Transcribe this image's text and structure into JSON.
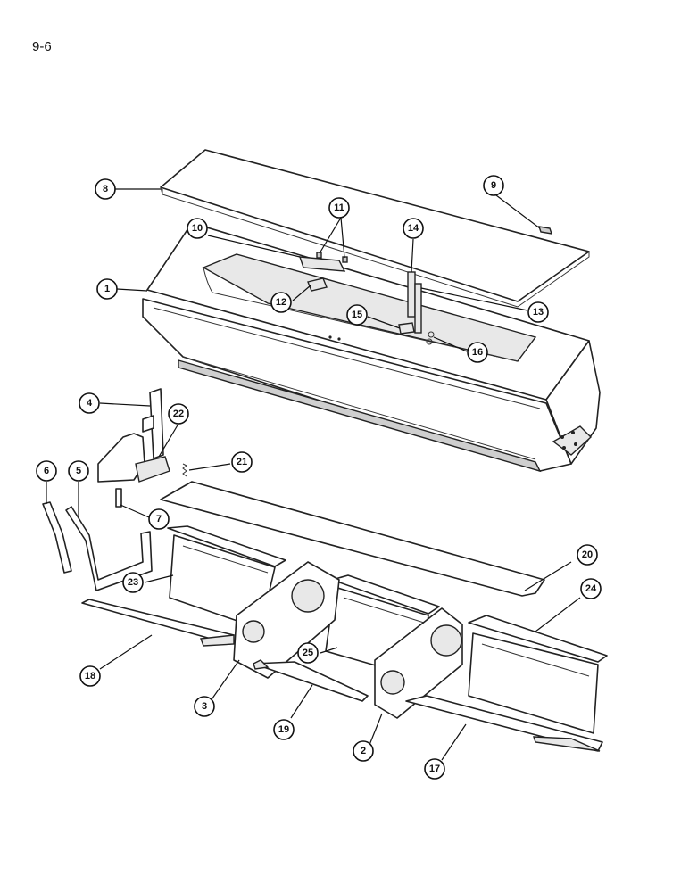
{
  "page": {
    "number": "9-6"
  },
  "callouts": [
    {
      "id": "c1",
      "label": "1"
    },
    {
      "id": "c2",
      "label": "2"
    },
    {
      "id": "c3",
      "label": "3"
    },
    {
      "id": "c4",
      "label": "4"
    },
    {
      "id": "c5",
      "label": "5"
    },
    {
      "id": "c6",
      "label": "6"
    },
    {
      "id": "c7",
      "label": "7"
    },
    {
      "id": "c8",
      "label": "8"
    },
    {
      "id": "c9",
      "label": "9"
    },
    {
      "id": "c10",
      "label": "10"
    },
    {
      "id": "c11",
      "label": "11"
    },
    {
      "id": "c12",
      "label": "12"
    },
    {
      "id": "c13",
      "label": "13"
    },
    {
      "id": "c14",
      "label": "14"
    },
    {
      "id": "c15",
      "label": "15"
    },
    {
      "id": "c16",
      "label": "16"
    },
    {
      "id": "c17",
      "label": "17"
    },
    {
      "id": "c18",
      "label": "18"
    },
    {
      "id": "c19",
      "label": "19"
    },
    {
      "id": "c20",
      "label": "20"
    },
    {
      "id": "c21",
      "label": "21"
    },
    {
      "id": "c22",
      "label": "22"
    },
    {
      "id": "c23",
      "label": "23"
    },
    {
      "id": "c24",
      "label": "24"
    },
    {
      "id": "c25",
      "label": "25"
    }
  ]
}
